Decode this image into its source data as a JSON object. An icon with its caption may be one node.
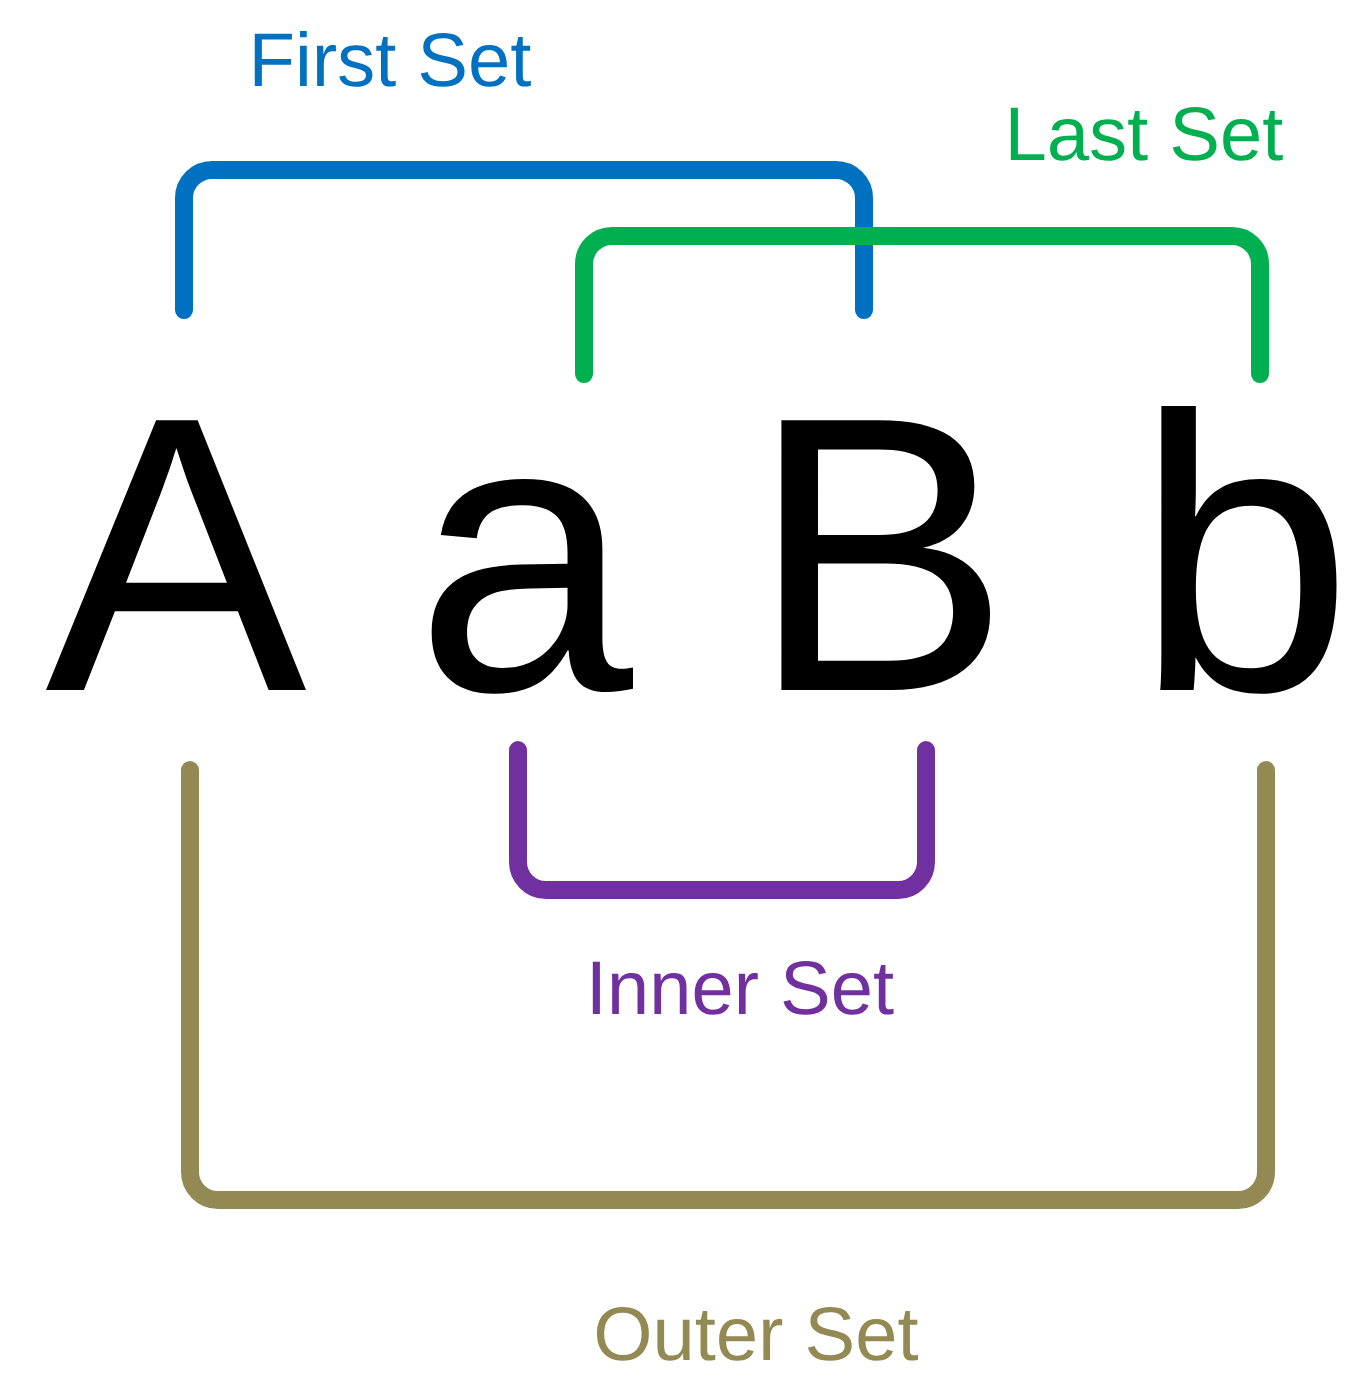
{
  "diagram": {
    "labels": [
      "First Set",
      "Last Set",
      "A",
      "a",
      "B",
      "b",
      "Inner Set",
      "Outer Set"
    ]
  }
}
